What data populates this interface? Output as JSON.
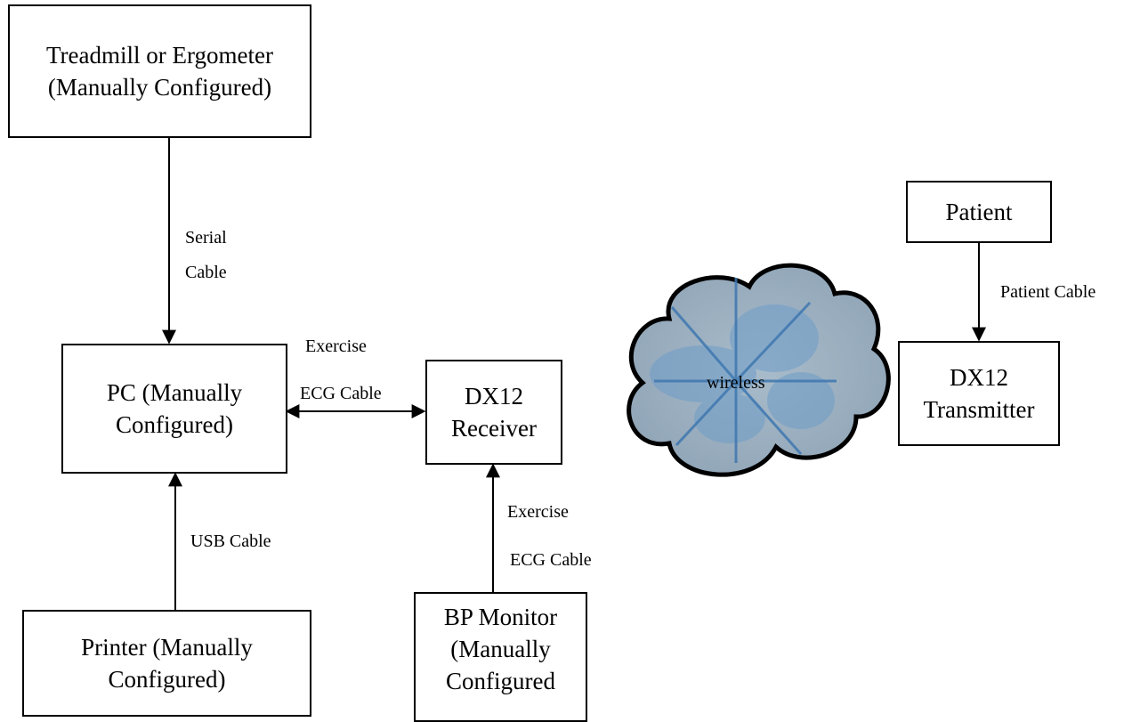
{
  "nodes": {
    "treadmill": [
      "Treadmill or Ergometer",
      "(Manually Configured)"
    ],
    "pc": [
      "PC (Manually",
      "Configured)"
    ],
    "receiver": [
      "DX12",
      "Receiver"
    ],
    "printer": [
      "Printer (Manually",
      "Configured)"
    ],
    "bp_monitor": [
      "BP Monitor",
      "(Manually",
      "Configured"
    ],
    "patient": [
      "Patient"
    ],
    "transmitter": [
      "DX12",
      "Transmitter"
    ]
  },
  "edges": {
    "serial": [
      "Serial",
      "Cable"
    ],
    "exercise_ecg_pc_receiver": [
      "Exercise",
      "ECG Cable"
    ],
    "usb": [
      "USB Cable"
    ],
    "exercise_ecg_bp_receiver": [
      "Exercise",
      "ECG Cable"
    ],
    "patient_cable": [
      "Patient Cable"
    ]
  },
  "cloud": {
    "label": "wireless",
    "color": "#8fa9bd",
    "spoke_color": "#3f78b0"
  }
}
